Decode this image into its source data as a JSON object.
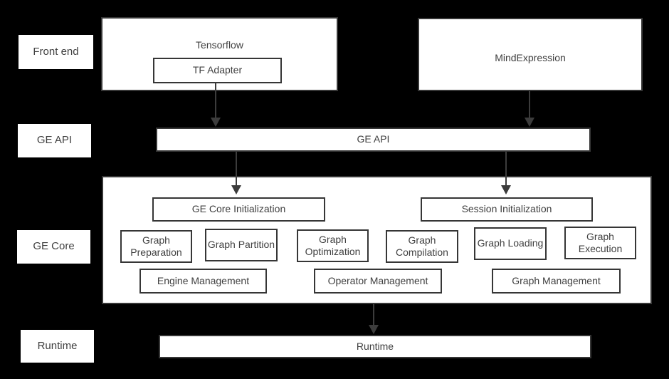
{
  "colors": {
    "bg": "#000000",
    "fill": "#ffffff",
    "border": "#363636",
    "text": "#404040",
    "arrow": "#3c3c3c"
  },
  "layers": {
    "front_end_label": "Front end",
    "ge_api_label": "GE API",
    "ge_core_label": "GE Core",
    "runtime_label": "Runtime"
  },
  "front_end": {
    "tensorflow_title": "Tensorflow",
    "tf_adapter": "TF Adapter",
    "mindexpression_title": "MindExpression"
  },
  "ge_api": {
    "bar_label": "GE API"
  },
  "ge_core": {
    "init": [
      "GE Core Initialization",
      "Session Initialization"
    ],
    "pipeline": [
      "Graph Preparation",
      "Graph Partition",
      "Graph Optimization",
      "Graph Compilation",
      "Graph Loading",
      "Graph Execution"
    ],
    "management": [
      "Engine Management",
      "Operator Management",
      "Graph Management"
    ]
  },
  "runtime": {
    "bar_label": "Runtime"
  }
}
